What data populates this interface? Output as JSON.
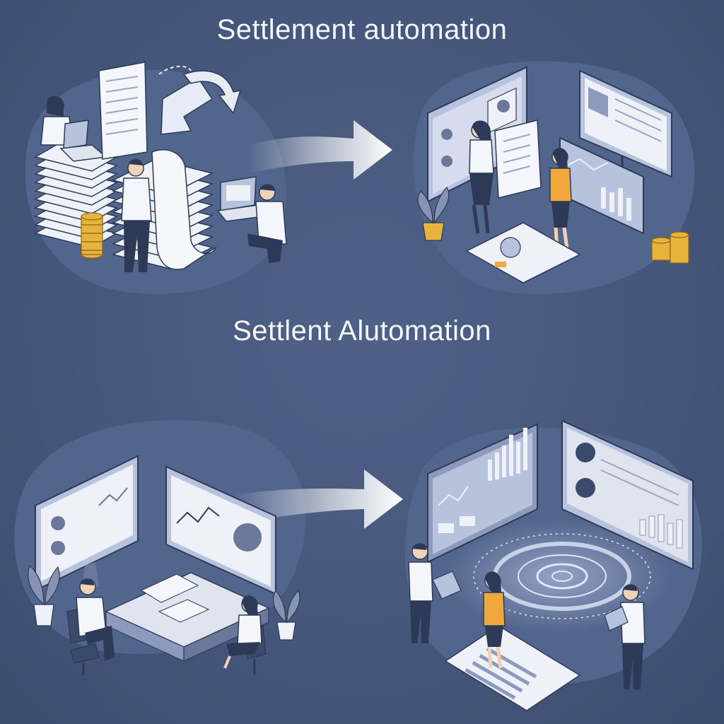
{
  "headings": {
    "top": "Settlement automation",
    "middle": "Settlent Alutomation"
  },
  "colors": {
    "background": "#45577a",
    "blob": "#52658c",
    "paper": "#eef1f8",
    "screen": "#b7c2dc",
    "accent_coin": "#e6b43c",
    "accent_top": "#f0a83c",
    "arrow": "#ffffff",
    "plant": "#8793b3"
  },
  "scenes": [
    {
      "id": "manual-paperwork",
      "icons": [
        "paper-stack-icon",
        "document-icon",
        "coin-stack-icon",
        "laptop-icon",
        "person-icon",
        "swap-arrow-icon"
      ]
    },
    {
      "id": "digital-review",
      "icons": [
        "monitor-icon",
        "profile-card-icon",
        "document-icon",
        "coin-stack-icon",
        "plant-icon",
        "person-icon"
      ]
    },
    {
      "id": "workstations",
      "icons": [
        "monitor-icon",
        "line-chart-icon",
        "desk-icon",
        "chair-icon",
        "plant-icon",
        "person-icon"
      ]
    },
    {
      "id": "automated-hub",
      "icons": [
        "dashboard-icon",
        "bar-chart-icon",
        "radar-ring-icon",
        "keyboard-icon",
        "tablet-icon",
        "person-icon"
      ]
    }
  ]
}
